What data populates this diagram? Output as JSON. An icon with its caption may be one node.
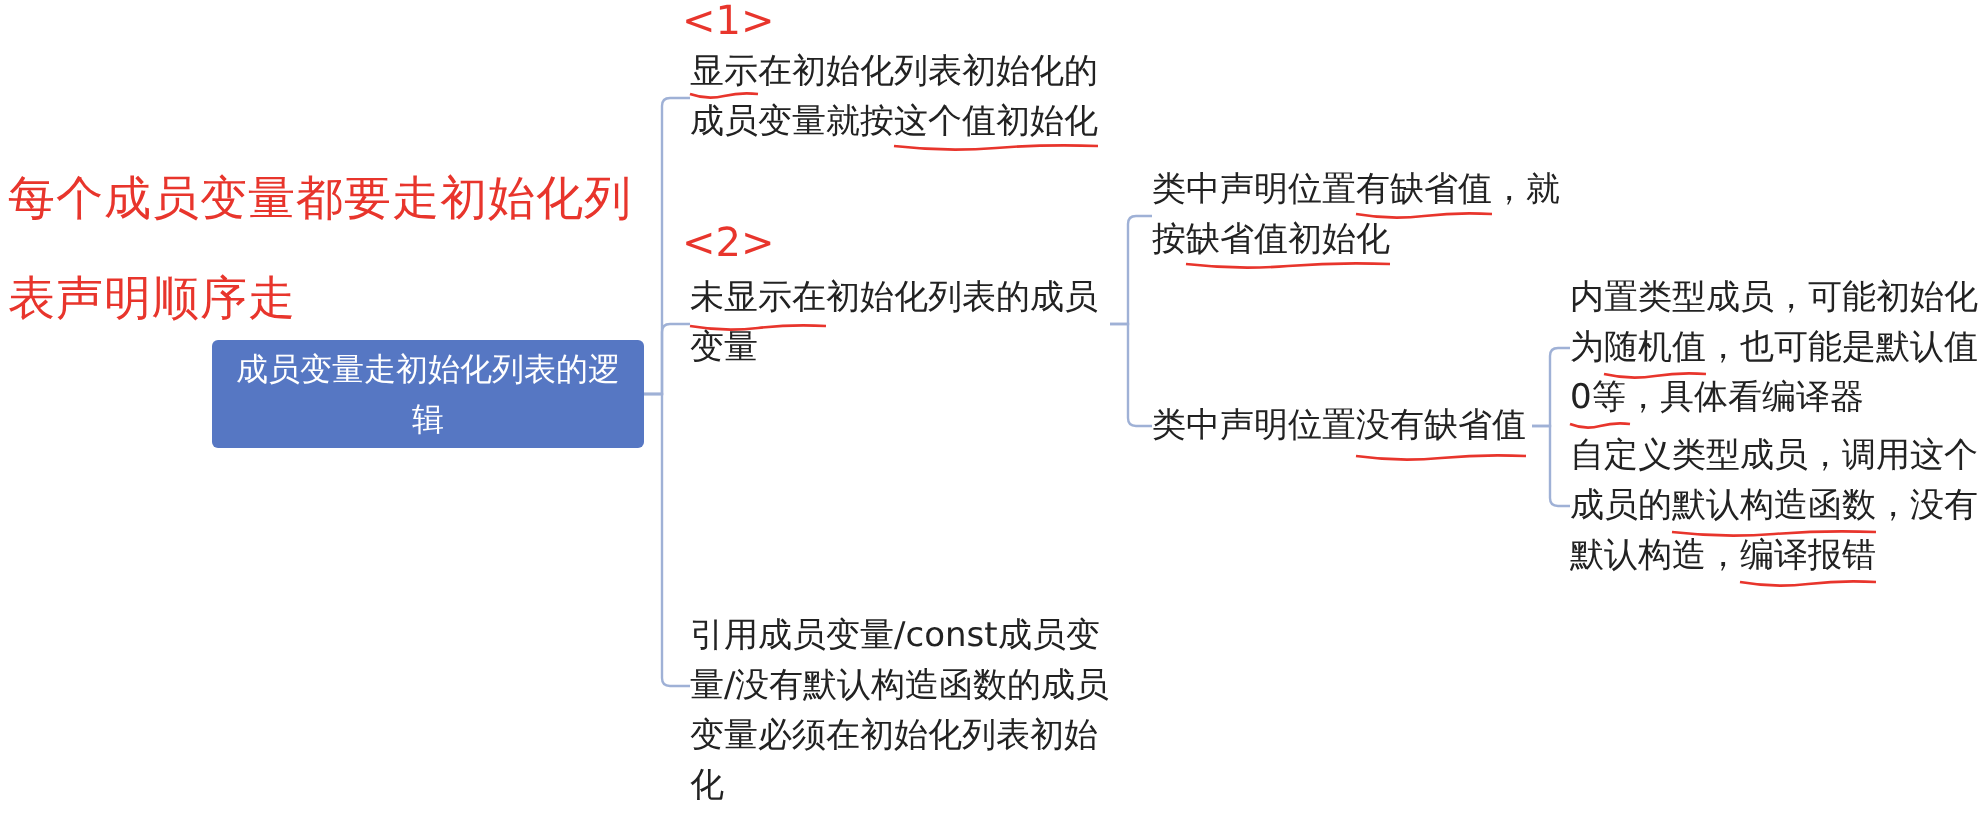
{
  "diagram": {
    "nodes": [
      {
        "text": [
          "成员变量走初始化列表的逻辑"
        ]
      },
      {
        "text": [
          "显示在初始化列表初始化的成员变量就按这个值初始化"
        ],
        "beside": [
          "<1>"
        ]
      },
      {
        "text": [
          "未显示在初始化列表的成员变量"
        ],
        "beside": [
          "<2>"
        ]
      },
      {
        "text": [
          "类中声明位置有缺省值，就按缺省值初始化"
        ]
      },
      {
        "text": [
          "类中声明位置没有缺省值"
        ]
      },
      {
        "text": [
          "内置类型成员，可能初始化为随机值，也可能是默认值0等，具体看编译器"
        ]
      },
      {
        "text": [
          "自定义类型成员，调用这个成员的默认构造函数，没有默认构造，编译报错"
        ]
      },
      {
        "text": [
          "引用成员变量/const成员变量/没有默认构造函数的成员变量必须在初始化列表初始化"
        ]
      }
    ],
    "edges": [
      {
        "from": 0,
        "to": 1,
        "arrow": "none"
      },
      {
        "from": 0,
        "to": 2,
        "arrow": "none"
      },
      {
        "from": 0,
        "to": 7,
        "arrow": "none"
      },
      {
        "from": 2,
        "to": 3,
        "arrow": "none"
      },
      {
        "from": 2,
        "to": 4,
        "arrow": "none"
      },
      {
        "from": 4,
        "to": 5,
        "arrow": "none"
      },
      {
        "from": 4,
        "to": 6,
        "arrow": "none"
      }
    ],
    "labels": [
      "每个成员变量都要走初始化列表声明顺序走"
    ]
  }
}
